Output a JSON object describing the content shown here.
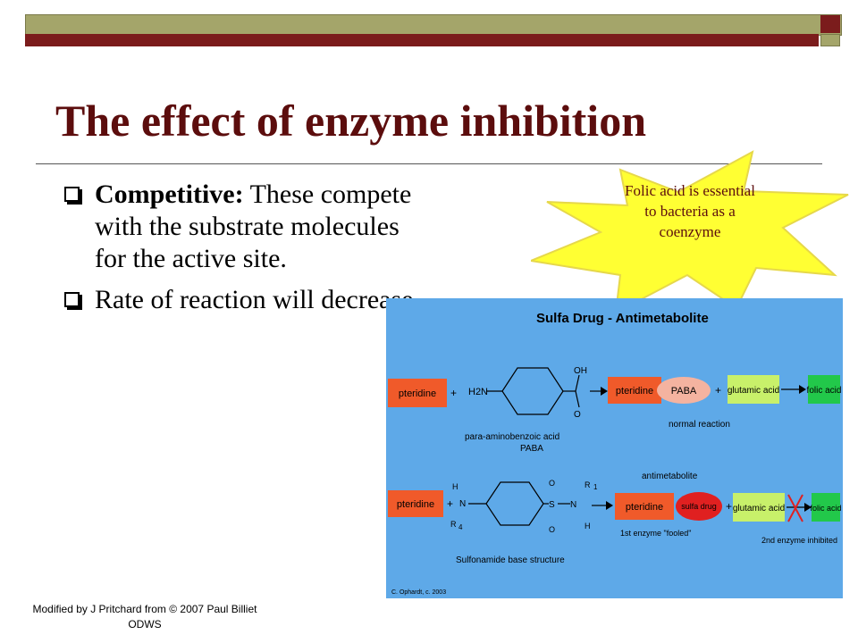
{
  "slide": {
    "title": "The effect of enzyme inhibition",
    "bullets": [
      {
        "lead": "Competitive:",
        "text": " These compete with the substrate molecules for the active site."
      },
      {
        "lead": "",
        "text": "Rate of reaction will decrease"
      }
    ],
    "callout": {
      "text": "Folic acid is essential to bacteria as a coenzyme"
    },
    "footer": {
      "line1": "Modified by J Pritchard from © 2007 Paul Billiet",
      "line2": "ODWS"
    }
  },
  "diagram": {
    "title": "Sulfa Drug - Antimetabolite",
    "row1": {
      "substrate": "pteridine",
      "plus1": "+",
      "amine": "H2N",
      "carboxyl": "OH",
      "oxygen": "O",
      "product_left": "pteridine",
      "product_right": "PABA",
      "plus2": "+",
      "glutamic": "glutamic acid",
      "folic": "folic acid",
      "label": "para-aminobenzoic acid",
      "label2": "PABA",
      "reaction": "normal reaction"
    },
    "row2": {
      "substrate": "pteridine",
      "plus1": "+",
      "h": "H",
      "n1": "N",
      "r4": "R",
      "sub4": "4",
      "s": "S",
      "o_top": "O",
      "o_bot": "O",
      "n2": "N",
      "r1": "R",
      "sub1": "1",
      "h2": "H",
      "antimetabolite": "antimetabolite",
      "product_left": "pteridine",
      "product_right": "sulfa drug",
      "plus2": "+",
      "glutamic": "glutamic acid",
      "folic": "folic acid",
      "enzyme1": "1st enzyme \"fooled\"",
      "enzyme2": "2nd enzyme inhibited",
      "structure": "Sulfonamide base structure"
    },
    "credit": "C. Ophardt, c. 2003"
  },
  "colors": {
    "title": "#5c0d0d",
    "bar_olive": "#a4a56a",
    "bar_maroon": "#7b1c1c",
    "starburst": "#ffff33",
    "diagram_bg": "#5ea9e8",
    "pteridine": "#f05a2a",
    "glutamic": "#c8f06a",
    "folic": "#22c84a",
    "sulfa": "#e02020",
    "paba": "#f4b3a0"
  }
}
